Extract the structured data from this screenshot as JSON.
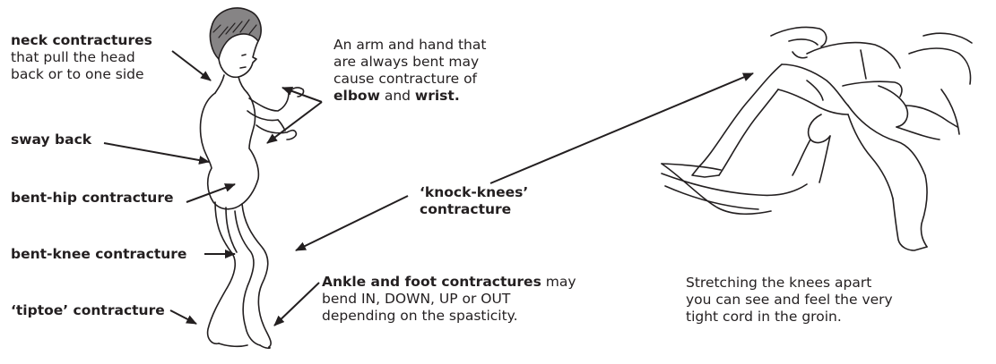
{
  "labels": {
    "neck": {
      "bold": "neck contractures",
      "line2": "that pull the head",
      "line3": "back or to one side"
    },
    "sway_back": "sway back",
    "bent_hip": "bent-hip contracture",
    "bent_knee": "bent-knee contracture",
    "tiptoe": "‘tiptoe’ contracture",
    "arm": {
      "line1": "An arm and hand that",
      "line2": "are always bent may",
      "line3": "cause contracture of",
      "elbow": "elbow",
      "and": " and ",
      "wrist": "wrist."
    },
    "knock_knees": {
      "line1": "‘knock-knees’",
      "line2": "contracture"
    },
    "ankle": {
      "bold": "Ankle and foot contractures",
      "rest1": " may",
      "line2": "bend IN, DOWN, UP or OUT",
      "line3": "depending on the spasticity."
    },
    "stretch": {
      "line1": "Stretching the knees apart",
      "line2": "you can see and feel the very",
      "line3": "tight cord in the groin."
    }
  },
  "colors": {
    "ink": "#231f20",
    "background": "#ffffff"
  }
}
